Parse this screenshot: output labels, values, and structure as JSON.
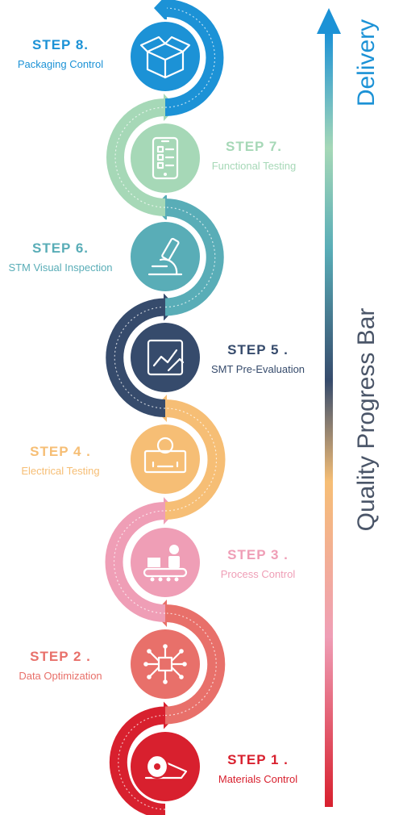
{
  "colors": {
    "step1": "#d8202e",
    "step2": "#e8706a",
    "step3": "#ef9eb6",
    "step4": "#f6be75",
    "step5": "#364b6c",
    "step6": "#59adb7",
    "step7": "#a6d8b7",
    "step8": "#1c92d6",
    "bar_top": "#1c92d6",
    "bar_bottom": "#d8202e",
    "label_quality": "#4a5568"
  },
  "steps": [
    {
      "num": "STEP 1 .",
      "name": "Materials Control",
      "color": "#d8202e",
      "icon": "material-roll-icon"
    },
    {
      "num": "STEP 2 .",
      "name": "Data Optimization",
      "color": "#e8706a",
      "icon": "chip-circuit-icon"
    },
    {
      "num": "STEP 3 .",
      "name": "Process Control",
      "color": "#ef9eb6",
      "icon": "conveyor-worker-icon"
    },
    {
      "num": "STEP 4 .",
      "name": "Electrical Testing",
      "color": "#f6be75",
      "icon": "bulb-battery-icon"
    },
    {
      "num": "STEP 5 .",
      "name": "SMT Pre-Evaluation",
      "color": "#364b6c",
      "icon": "chart-pen-icon"
    },
    {
      "num": "STEP 6.",
      "name": "STM Visual Inspection",
      "color": "#59adb7",
      "icon": "microscope-icon"
    },
    {
      "num": "STEP 7.",
      "name": "Functional Testing",
      "color": "#a6d8b7",
      "icon": "phone-checklist-icon"
    },
    {
      "num": "STEP 8.",
      "name": "Packaging Control",
      "color": "#1c92d6",
      "icon": "box-icon"
    }
  ],
  "progress_bar": {
    "label_quality": "Quality Progress Bar",
    "label_delivery": "Delivery"
  }
}
